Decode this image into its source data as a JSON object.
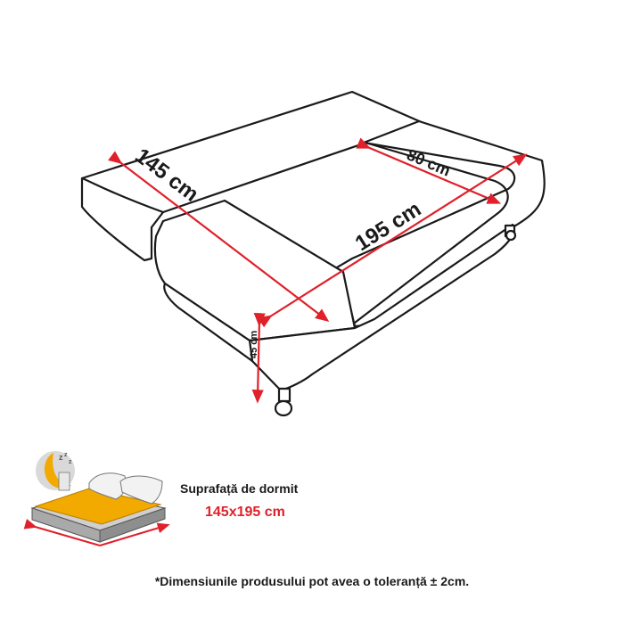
{
  "dimensions": {
    "width_label": "145 cm",
    "armrest_label": "80 cm",
    "length_label": "195 cm",
    "height_label": "45 cm"
  },
  "sleeping_surface": {
    "title": "Suprafață de dormit",
    "value": "145x195 cm"
  },
  "footnote": "*Dimensiunile produsului pot avea o toleranță ± 2cm.",
  "colors": {
    "dimension_line": "#e0202a",
    "outline": "#1a1a1a",
    "mattress": "#f2a900",
    "value_text": "#e0202a"
  },
  "icons": [
    "sleeping-moon-icon",
    "bed-icon"
  ]
}
